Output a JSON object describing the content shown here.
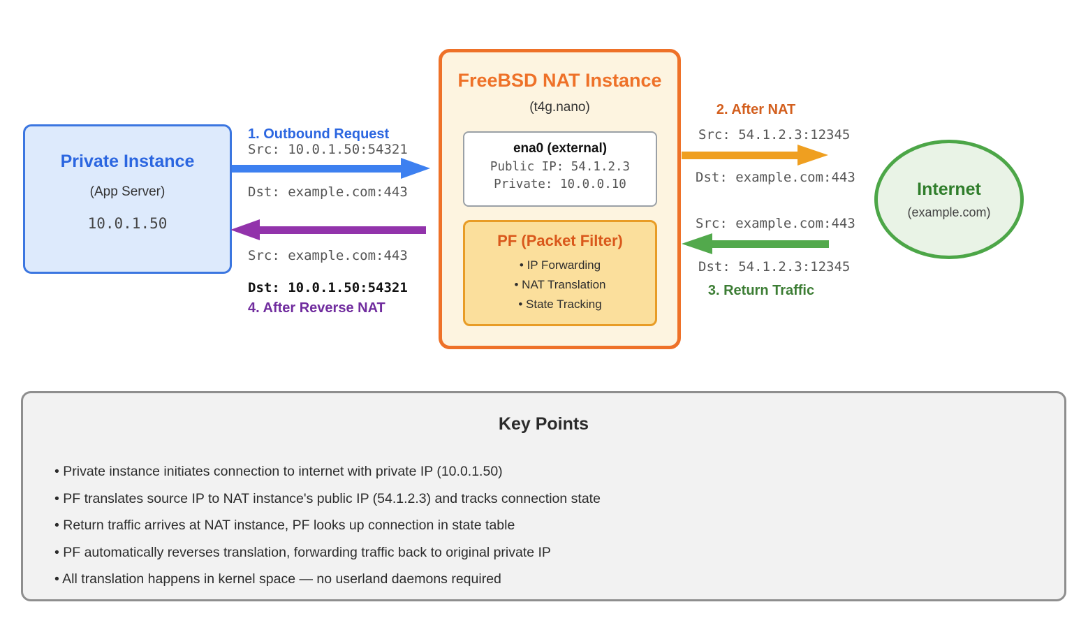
{
  "diagram": {
    "private_instance": {
      "title": "Private Instance",
      "subtitle": "(App Server)",
      "ip": "10.0.1.50"
    },
    "nat_instance": {
      "title": "FreeBSD NAT Instance",
      "subtitle": "(t4g.nano)",
      "ena0": {
        "title": "ena0 (external)",
        "public_ip": "Public IP: 54.1.2.3",
        "private_ip": "Private: 10.0.0.10"
      },
      "pf": {
        "title": "PF (Packet Filter)",
        "features": [
          "• IP Forwarding",
          "• NAT Translation",
          "• State Tracking"
        ]
      }
    },
    "internet": {
      "title": "Internet",
      "subtitle": "(example.com)"
    },
    "flows": {
      "outbound": {
        "label": "1. Outbound Request",
        "src": "Src: 10.0.1.50:54321",
        "dst": "Dst: example.com:443"
      },
      "after_nat": {
        "label": "2. After NAT",
        "src": "Src: 54.1.2.3:12345",
        "dst": "Dst: example.com:443"
      },
      "return_traffic": {
        "label": "3. Return Traffic",
        "src": "Src: example.com:443",
        "dst": "Dst: 54.1.2.3:12345"
      },
      "reverse_nat": {
        "label": "4. After Reverse NAT",
        "src": "Src: example.com:443",
        "dst": "Dst: 10.0.1.50:54321"
      }
    }
  },
  "key_points": {
    "title": "Key Points",
    "bullets": [
      "• Private instance initiates connection to internet with private IP (10.0.1.50)",
      "• PF translates source IP to NAT instance's public IP (54.1.2.3) and tracks connection state",
      "• Return traffic arrives at NAT instance, PF looks up connection in state table",
      "• PF automatically reverses translation, forwarding traffic back to original private IP",
      "• All translation happens in kernel space — no userland daemons required"
    ]
  },
  "colors": {
    "blue_accent": "#3d80f0",
    "blue_text": "#2b66e0",
    "orange_border": "#ee7128",
    "orange_arrow": "#ef9f20",
    "orange_text": "#d35f1e",
    "green_border": "#4ca647",
    "green_arrow": "#52a94c",
    "green_text": "#3c7d34",
    "purple_arrow": "#9233ab",
    "purple_text": "#702c9e"
  }
}
